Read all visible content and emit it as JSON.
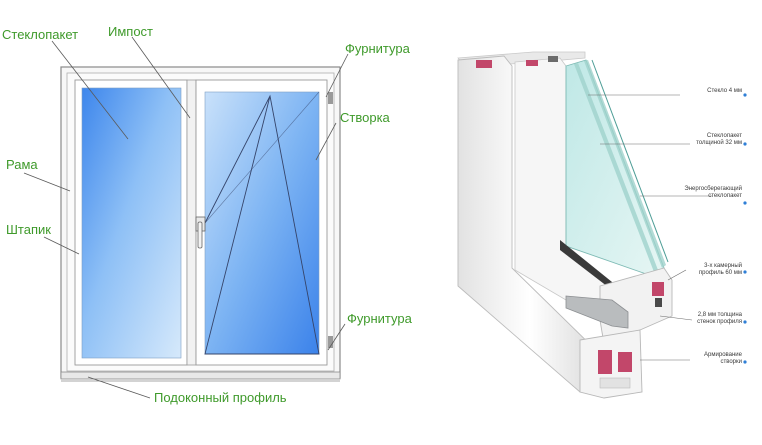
{
  "colors": {
    "label_green": "#3f9a2b",
    "glass_blue": "#6aa7f2",
    "profile_white": "#f4f4f4",
    "callout_blue": "#2f7fd6"
  },
  "window_labels": [
    {
      "key": "steklopaket",
      "text": "Стеклопакет"
    },
    {
      "key": "impost",
      "text": "Импост"
    },
    {
      "key": "furnitura_top",
      "text": "Фурнитура"
    },
    {
      "key": "stvorka",
      "text": "Створка"
    },
    {
      "key": "rama",
      "text": "Рама"
    },
    {
      "key": "shtapik",
      "text": "Штапик"
    },
    {
      "key": "furnitura_bottom",
      "text": "Фурнитура"
    },
    {
      "key": "podokonny",
      "text": "Подоконный профиль"
    }
  ],
  "profile_labels": [
    {
      "key": "glass",
      "lines": [
        "Стекло 4 мм"
      ]
    },
    {
      "key": "unit",
      "lines": [
        "Стеклопакет",
        "толщиной 32 мм"
      ]
    },
    {
      "key": "energy",
      "lines": [
        "Энергосберегающий",
        "стеклопакет"
      ]
    },
    {
      "key": "chamber",
      "lines": [
        "3-х камерный",
        "профиль 60 мм"
      ]
    },
    {
      "key": "wall",
      "lines": [
        "2,8 мм толщина",
        "стенок профиля"
      ]
    },
    {
      "key": "reinforce",
      "lines": [
        "Армирование",
        "створки"
      ]
    }
  ]
}
